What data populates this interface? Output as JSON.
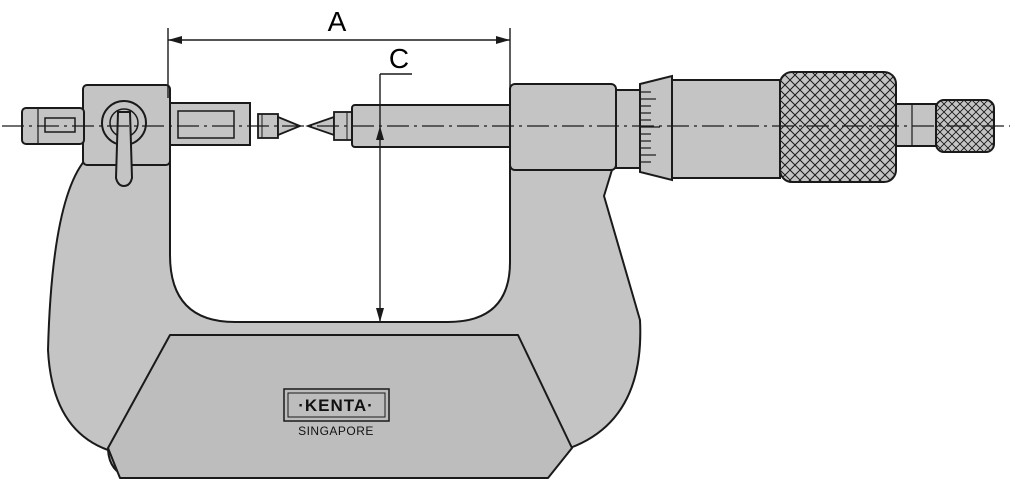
{
  "dimensions": {
    "a_label": "A",
    "c_label": "C"
  },
  "brand": {
    "logo": "·KENTA·",
    "origin": "SINGAPORE"
  },
  "colors": {
    "frame": "#c4c4c4",
    "frame_face": "#bdbdbd",
    "outline": "#1a1a1a",
    "background": "#ffffff"
  }
}
